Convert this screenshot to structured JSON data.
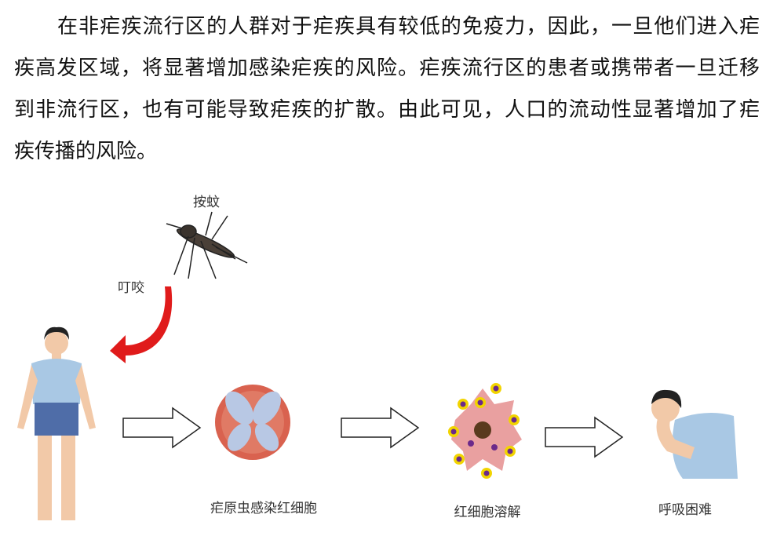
{
  "paragraph": {
    "lines": [
      "在非疟疾流行区的人群对于疟疾具有较低的免疫力，因此，一旦他们进入疟",
      "疾高发区域，将显著增加感染疟疾的风险。疟疾流行区的患者或携带者一旦迁移",
      "到非流行区，也有可能导致疟疾的扩散。由此可见，人口的流动性显著增加了疟",
      "疾传播的风险。"
    ]
  },
  "figure": {
    "mosquito_label": "按蚊",
    "bite_label": "叮咬",
    "infection_label": "疟原虫感染红细胞",
    "lysis_label": "红细胞溶解",
    "symptom_label": "呼吸困难",
    "colors": {
      "arrow_red": "#e01b1b",
      "cell": "#d9624f",
      "parasite": "#b8c8e4",
      "shirt": "#a9c8e4",
      "shorts": "#4f6da8"
    }
  }
}
